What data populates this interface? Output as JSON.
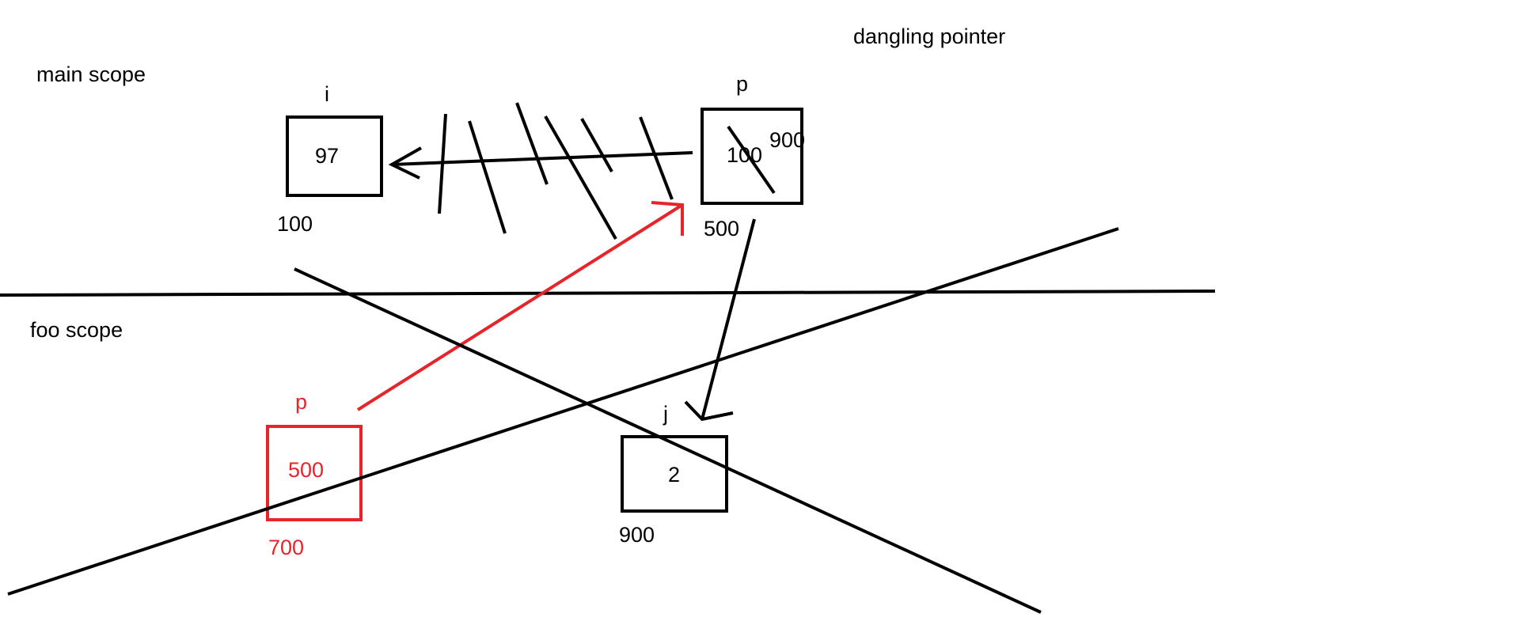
{
  "labels": {
    "main_scope": "main scope",
    "foo_scope": "foo scope",
    "dangling_pointer": "dangling pointer"
  },
  "variables": {
    "i": {
      "name": "i",
      "value": "97",
      "address": "100"
    },
    "p_main": {
      "name": "p",
      "value": "100",
      "new_value": "900",
      "address": "500"
    },
    "p_foo": {
      "name": "p",
      "value": "500",
      "address": "700"
    },
    "j": {
      "name": "j",
      "value": "2",
      "address": "900"
    }
  },
  "colors": {
    "ink": "#000000",
    "highlight": "#e8242b",
    "background": "#ffffff"
  }
}
